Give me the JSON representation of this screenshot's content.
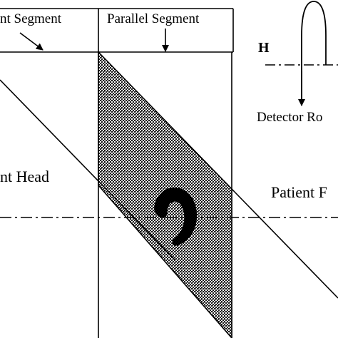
{
  "labels": {
    "left_segment": "nt Segment",
    "parallel_segment": "Parallel Segment",
    "h_marker": "H",
    "detector": "Detector Ro",
    "patient_head": "nt Head",
    "patient_feet": "Patient F"
  },
  "colors": {
    "line": "#000000",
    "hatch_fill": "#2a2a2a",
    "background": "#ffffff"
  }
}
